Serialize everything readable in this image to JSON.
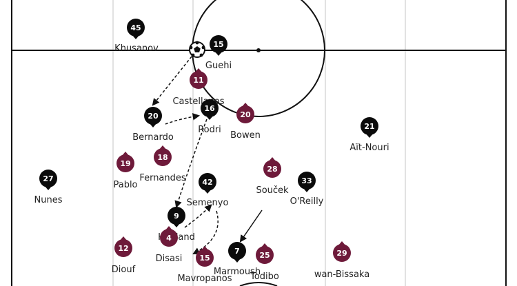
{
  "colors": {
    "team_a": "#0b0b0b",
    "team_b": "#6e1a3a",
    "pitch_line": "#111111",
    "lane_line": "#e2e2e2",
    "pass_arrow": "#111111",
    "label": "#222222"
  },
  "icons": {
    "ball": "football-icon"
  },
  "players": [
    {
      "id": "khusanov",
      "name": "Khusanov",
      "number": "45",
      "team": "a"
    },
    {
      "id": "guehi",
      "name": "Guehi",
      "number": "15",
      "team": "a"
    },
    {
      "id": "castellanos",
      "name": "Castellanos",
      "number": "11",
      "team": "b"
    },
    {
      "id": "bernardo",
      "name": "Bernardo",
      "number": "20",
      "team": "a"
    },
    {
      "id": "rodri",
      "name": "Rodri",
      "number": "16",
      "team": "a"
    },
    {
      "id": "bowen",
      "name": "Bowen",
      "number": "20",
      "team": "b"
    },
    {
      "id": "ait-nouri",
      "name": "Aït-Nouri",
      "number": "21",
      "team": "a"
    },
    {
      "id": "pablo",
      "name": "Pablo",
      "number": "19",
      "team": "b"
    },
    {
      "id": "fernandes",
      "name": "Fernandes",
      "number": "18",
      "team": "b"
    },
    {
      "id": "nunes",
      "name": "Nunes",
      "number": "27",
      "team": "a"
    },
    {
      "id": "soucek",
      "name": "Souček",
      "number": "28",
      "team": "b"
    },
    {
      "id": "oreilly",
      "name": "O'Reilly",
      "number": "33",
      "team": "a"
    },
    {
      "id": "semenyo",
      "name": "Semenyo",
      "number": "42",
      "team": "a"
    },
    {
      "id": "haaland",
      "name": "Haaland",
      "number": "9",
      "team": "a"
    },
    {
      "id": "disasi",
      "name": "Disasi",
      "number": "4",
      "team": "b"
    },
    {
      "id": "diouf",
      "name": "Diouf",
      "number": "12",
      "team": "b"
    },
    {
      "id": "marmoush",
      "name": "Marmoush",
      "number": "7",
      "team": "a"
    },
    {
      "id": "mavropanos",
      "name": "Mavropanos",
      "number": "15",
      "team": "b"
    },
    {
      "id": "todibo",
      "name": "Todibo",
      "number": "25",
      "team": "b"
    },
    {
      "id": "wan-bissaka",
      "name": "wan-Bissaka",
      "number": "29",
      "team": "b"
    }
  ]
}
